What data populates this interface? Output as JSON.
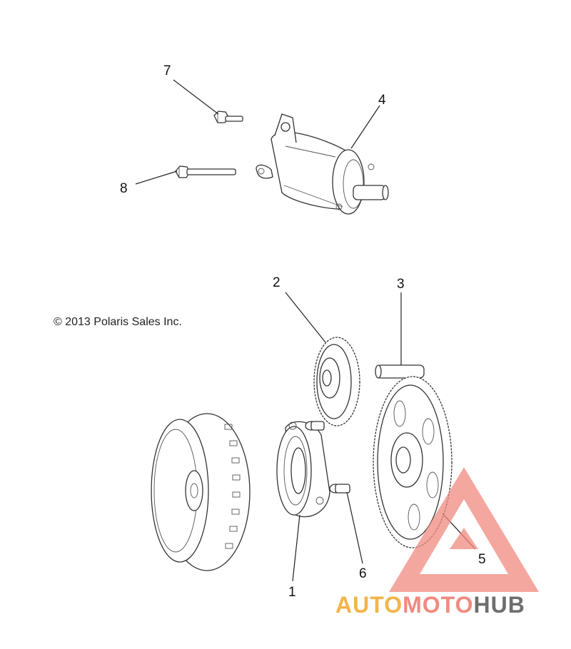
{
  "copyright": "© 2013 Polaris Sales Inc.",
  "callouts": {
    "c1": "1",
    "c2": "2",
    "c3": "3",
    "c4": "4",
    "c5": "5",
    "c6": "6",
    "c7": "7",
    "c8": "8"
  },
  "watermark": {
    "part1": "AUTO",
    "part2": "MOTO",
    "part3": "HUB",
    "color_auto": "#f2b54a",
    "color_moto": "#f08a80",
    "color_hub": "#6e6e6e"
  }
}
